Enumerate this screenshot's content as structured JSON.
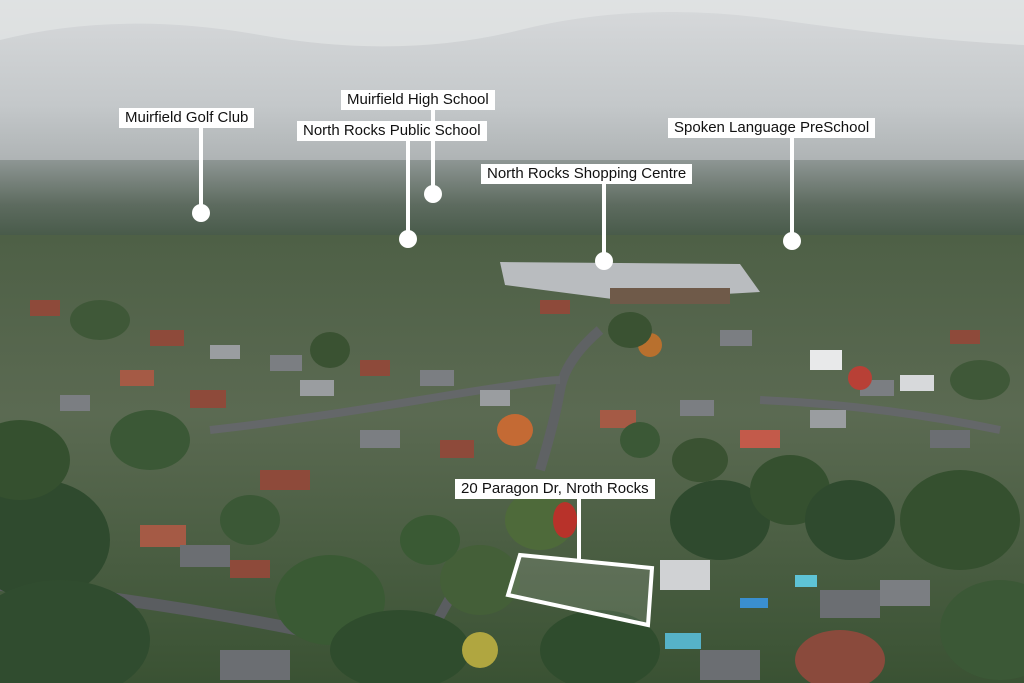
{
  "annotations": {
    "golf_club": "Muirfield Golf Club",
    "high_school": "Muirfield High School",
    "public_school": "North Rocks Public School",
    "shopping_centre": "North Rocks Shopping Centre",
    "preschool": "Spoken Language PreSchool",
    "property": "20 Paragon Dr, Nroth Rocks"
  },
  "colors": {
    "sky": "#c9ccce",
    "horizon_haze": "#9da3a3",
    "tree_dark": "#2f4a2e",
    "tree_mid": "#4c6a3c",
    "roof_red": "#8e4a3a",
    "roof_grey": "#7b7e82",
    "road": "#5a5d60",
    "label_bg": "#ffffff"
  }
}
